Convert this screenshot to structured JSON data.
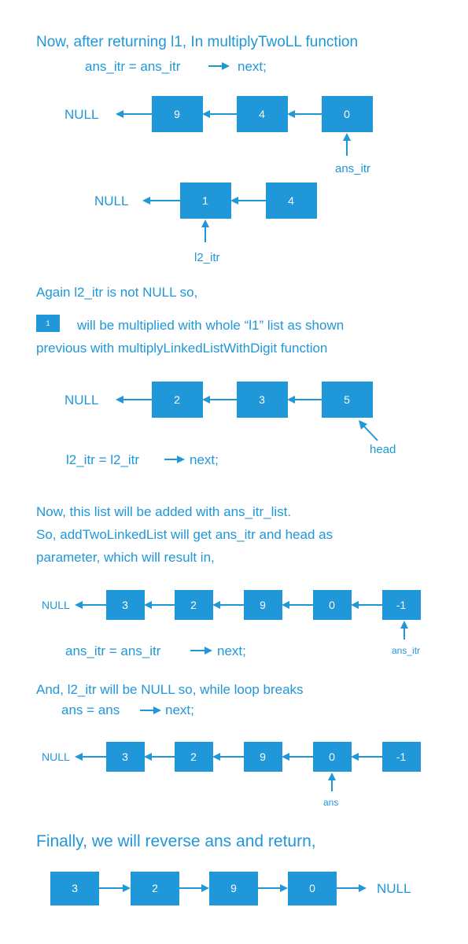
{
  "texts": {
    "s1_title": "Now, after returning l1,  In multiplyTwoLL function",
    "s1_code": "ans_itr = ans_itr",
    "s1_code_next": "next;",
    "null_a": "NULL",
    "ans_itr_label_1": "ans_itr",
    "null_b": "NULL",
    "l2_itr_label": "l2_itr",
    "again": "Again l2_itr is not NULL  so,",
    "badge": "1",
    "mult_line1": "will be multiplied with whole “l1” list as shown",
    "mult_line2": "previous with multiplyLinkedListWithDigit function",
    "null_c": "NULL",
    "head_label": "head",
    "l2_code": "l2_itr = l2_itr",
    "l2_code_next": "next;",
    "add_line1": "Now, this list will be added with ans_itr_list.",
    "add_line2": "So, addTwoLinkedList will get ans_itr and head as",
    "add_line3": "parameter, which will result in,",
    "null_d": "NULL",
    "ans_itr_label_2": "ans_itr",
    "ans_itr_code": "ans_itr = ans_itr",
    "ans_itr_code_next": "next;",
    "break_line": "And, l2_itr will be NULL so, while loop breaks",
    "ans_code": "ans = ans",
    "ans_code_next": "next;",
    "null_e": "NULL",
    "ans_label": "ans",
    "final_line": "Finally, we will reverse ans and return,",
    "null_f": "NULL"
  },
  "lists": {
    "list1": [
      "9",
      "4",
      "0"
    ],
    "list2": [
      "1",
      "4"
    ],
    "list3": [
      "2",
      "3",
      "5"
    ],
    "list4": [
      "3",
      "2",
      "9",
      "0",
      "-1"
    ],
    "list5": [
      "3",
      "2",
      "9",
      "0",
      "-1"
    ],
    "list6": [
      "3",
      "2",
      "9",
      "0"
    ]
  },
  "colors": {
    "accent": "#1f97d8",
    "box_text": "#ffffff"
  }
}
